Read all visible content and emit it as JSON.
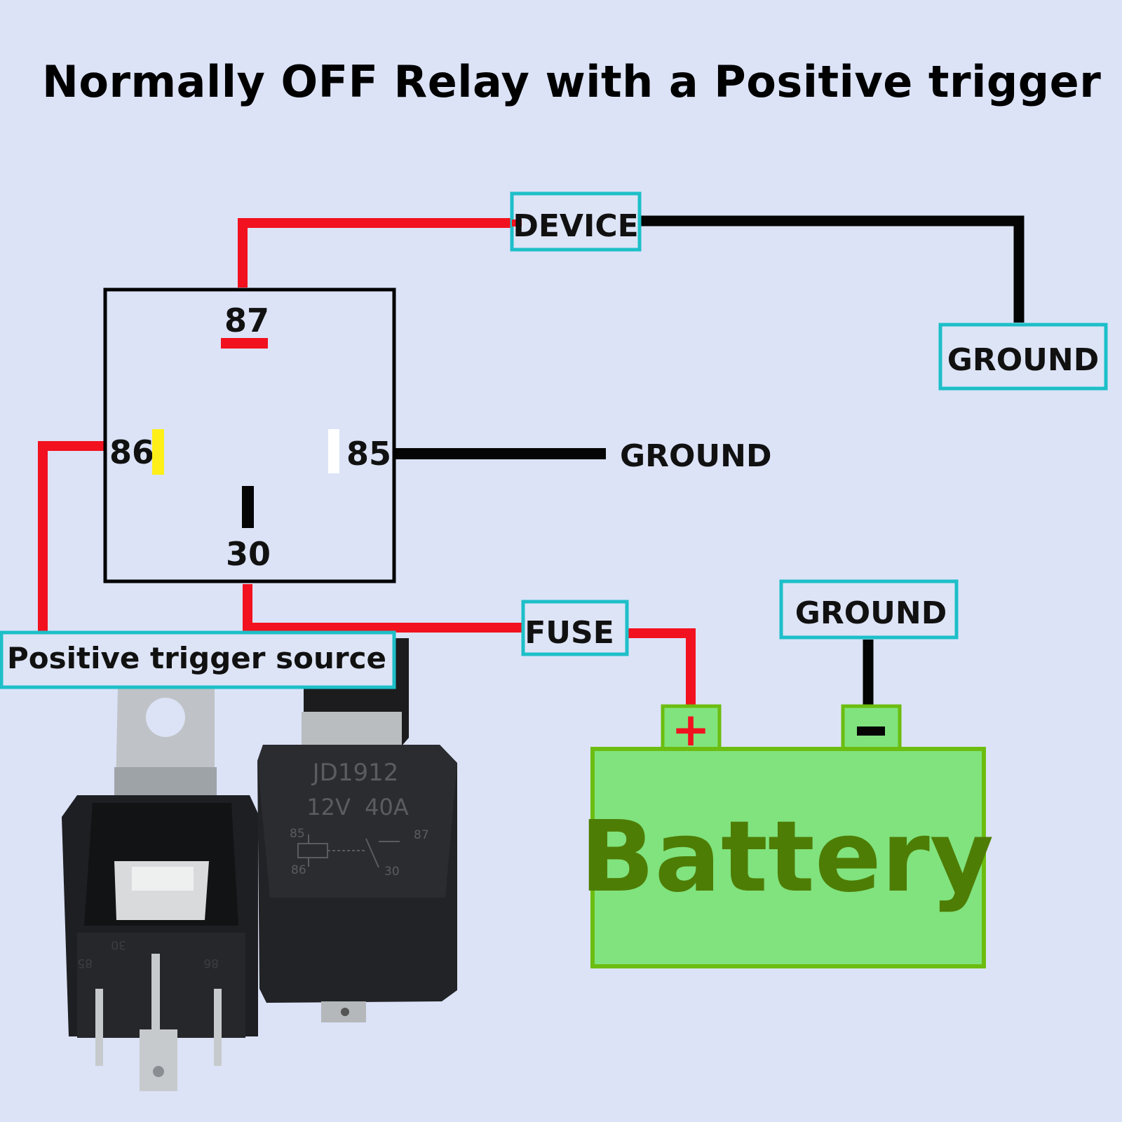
{
  "title": "Normally OFF Relay with a Positive trigger",
  "colors": {
    "background": "#dce3f7",
    "positive_wire": "#f2111e",
    "ground_wire": "#050505",
    "label_box_border": "#1dbfc8",
    "battery_fill": "#80e37e",
    "battery_border": "#6cbd10",
    "battery_text": "#4e7d05",
    "pin86_marker": "#ffef19",
    "pin85_marker": "#ffffff"
  },
  "relay_diagram": {
    "pins": {
      "p87": "87",
      "p86": "86",
      "p85": "85",
      "p30": "30"
    }
  },
  "labels": {
    "device": "DEVICE",
    "ground_device": "GROUND",
    "ground_relay": "GROUND",
    "ground_battery": "GROUND",
    "fuse": "FUSE",
    "trigger_source": "Positive trigger source"
  },
  "battery": {
    "label": "Battery",
    "positive": "+",
    "negative": "−"
  },
  "relay_photo": {
    "model": "JD1912",
    "rating": "12V  40A",
    "pins": {
      "p85": "85",
      "p86": "86",
      "p87": "87",
      "p30": "30"
    }
  }
}
